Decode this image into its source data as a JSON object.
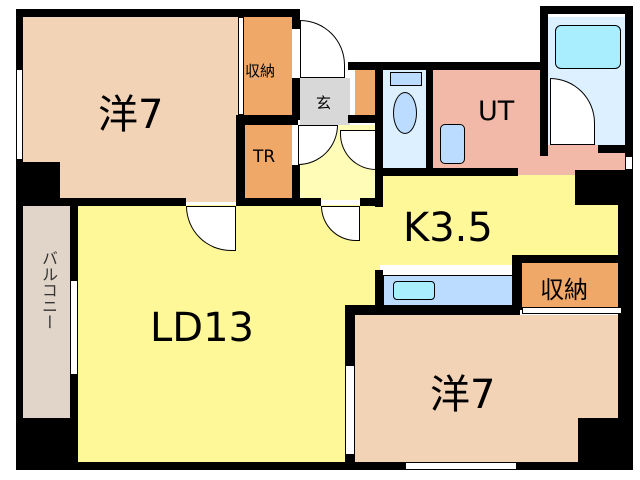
{
  "rooms": {
    "western_room_1": {
      "label": "洋7"
    },
    "closet_1": {
      "label": "収納"
    },
    "trunk_room": {
      "label": "TR"
    },
    "entrance": {
      "label": "玄"
    },
    "utility": {
      "label": "UT"
    },
    "kitchen": {
      "label": "K3.5"
    },
    "living_dining": {
      "label": "LD13"
    },
    "closet_2": {
      "label": "収納"
    },
    "western_room_2": {
      "label": "洋7"
    },
    "balcony": {
      "label": "バルコニー"
    }
  },
  "colors": {
    "western": "#f2d3b6",
    "closet": "#f0a868",
    "entrance": "#d8d8d8",
    "hall": "#fffcb8",
    "ld": "#fff898",
    "wet": "#dcf0ff",
    "utility": "#f2b8a8",
    "balcony": "#e0d5c8"
  }
}
